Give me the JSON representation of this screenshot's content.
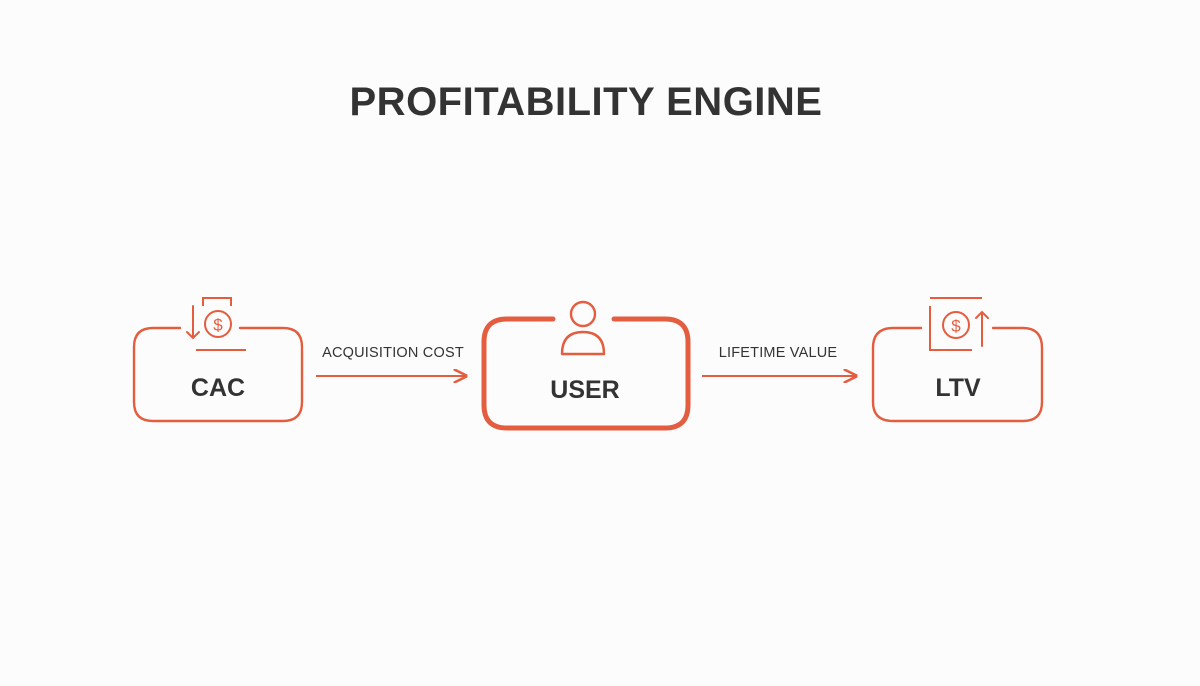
{
  "title": "PROFITABILITY ENGINE",
  "colors": {
    "accent": "#e45d3f",
    "text": "#333333",
    "background": "#fcfcfc"
  },
  "nodes": {
    "cac": {
      "label": "CAC",
      "icon": "dollar-down-icon"
    },
    "user": {
      "label": "USER",
      "icon": "user-icon"
    },
    "ltv": {
      "label": "LTV",
      "icon": "dollar-up-icon"
    }
  },
  "edges": {
    "acquisition": {
      "label": "ACQUISITION COST"
    },
    "lifetime": {
      "label": "LIFETIME VALUE"
    }
  }
}
